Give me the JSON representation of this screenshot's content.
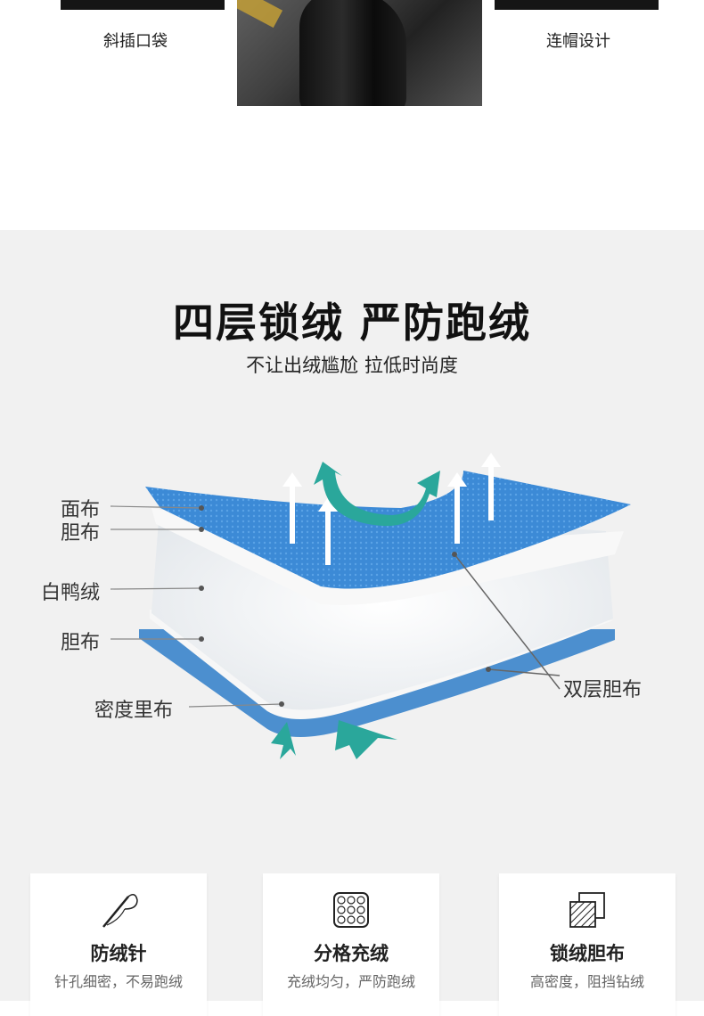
{
  "top": {
    "left_caption": "斜插口袋",
    "right_caption": "连帽设计"
  },
  "main": {
    "title": "四层锁绒 严防跑绒",
    "subtitle": "不让出绒尴尬 拉低时尚度"
  },
  "diagram": {
    "labels": {
      "face": "面布",
      "liner_top": "胆布",
      "duck_down": "白鸭绒",
      "liner_bottom": "胆布",
      "lining": "密度里布",
      "double_liner": "双层胆布"
    },
    "colors": {
      "blue": "#3c8ad6",
      "teal": "#2aa79b",
      "white": "#ffffff"
    }
  },
  "features": [
    {
      "icon": "needle-icon",
      "title": "防绒针",
      "desc": "针孔细密，不易跑绒"
    },
    {
      "icon": "grid-quilt-icon",
      "title": "分格充绒",
      "desc": "充绒均匀，严防跑绒"
    },
    {
      "icon": "fabric-swatch-icon",
      "title": "锁绒胆布",
      "desc": "高密度，阻挡钻绒"
    }
  ]
}
